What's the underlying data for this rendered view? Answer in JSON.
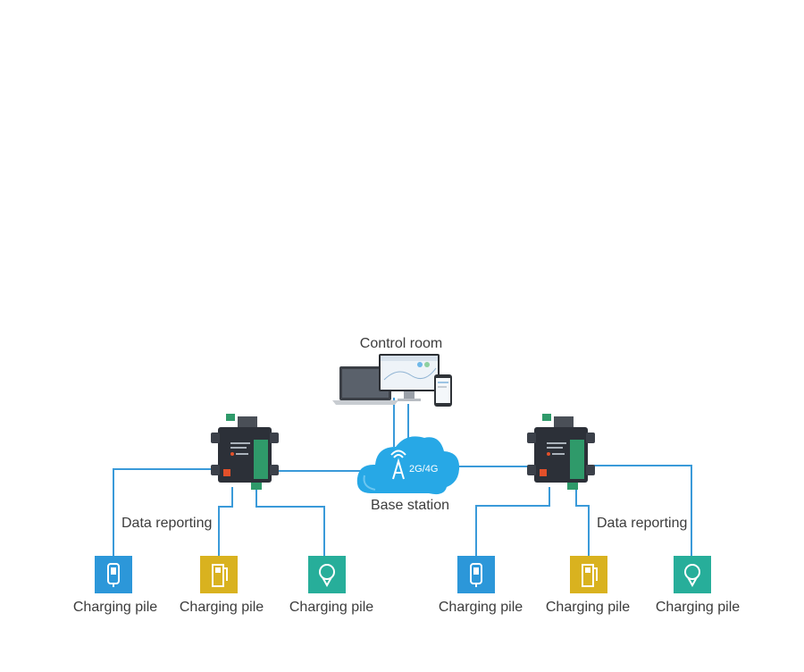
{
  "control_room": {
    "label": "Control room"
  },
  "base_station": {
    "label": "Base station",
    "network_badge": "2G/4G"
  },
  "data_reporting_label": "Data reporting",
  "colors": {
    "line": "#3a9ad9",
    "cloud": "#27a8e6",
    "pile_blue": "#2c97d9",
    "pile_yellow": "#d9b21f",
    "pile_teal": "#27ae9a",
    "router_body": "#2c3038",
    "router_terminal": "#2f9a6a"
  },
  "left_group": {
    "data_reporting": "Data reporting",
    "piles": [
      {
        "label": "Charging pile",
        "icon": "phone-charger-icon",
        "color": "blue"
      },
      {
        "label": "Charging pile",
        "icon": "fuel-pump-icon",
        "color": "yellow"
      },
      {
        "label": "Charging pile",
        "icon": "location-pin-icon",
        "color": "teal"
      }
    ]
  },
  "right_group": {
    "data_reporting": "Data reporting",
    "piles": [
      {
        "label": "Charging pile",
        "icon": "phone-charger-icon",
        "color": "blue"
      },
      {
        "label": "Charging pile",
        "icon": "fuel-pump-icon",
        "color": "yellow"
      },
      {
        "label": "Charging pile",
        "icon": "location-pin-icon",
        "color": "teal"
      }
    ]
  }
}
